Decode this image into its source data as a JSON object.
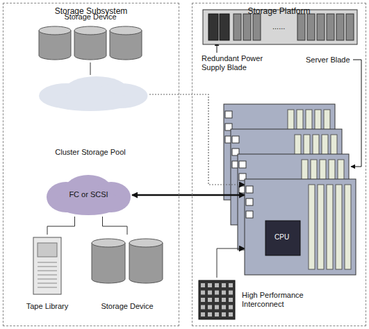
{
  "diagram": {
    "nodes": [
      {
        "text": [
          "Storage Subsystem"
        ]
      },
      {
        "text": [
          "Storage Platform"
        ]
      },
      {
        "text": [
          "Storage Device"
        ],
        "in": 0
      },
      {
        "text": [
          "Cluster Storage Pool"
        ],
        "in": 0
      },
      {
        "text": [
          "FC or SCSI"
        ],
        "in": 0
      },
      {
        "text": [
          "Tape Library"
        ],
        "in": 0
      },
      {
        "text": [
          "Storage Device"
        ],
        "in": 0
      },
      {
        "text": [
          "......"
        ],
        "in": 1
      },
      {
        "text": [
          "CPU"
        ],
        "in": 1
      },
      {
        "text": [
          "High Performance Interconnect"
        ],
        "in": 1
      }
    ],
    "edges": [
      {
        "from": 2,
        "to": 3,
        "arrow": "none"
      },
      {
        "from": 3,
        "to": 8,
        "arrow": "to"
      },
      {
        "from": 4,
        "to": 8,
        "arrow": "both"
      },
      {
        "from": 4,
        "to": 5,
        "arrow": "none"
      },
      {
        "from": 4,
        "to": 6,
        "arrow": "none"
      },
      {
        "from": 9,
        "to": 8,
        "arrow": "to"
      }
    ],
    "labels": [
      "Redundant Power Supply Blade",
      "Server Blade"
    ]
  }
}
